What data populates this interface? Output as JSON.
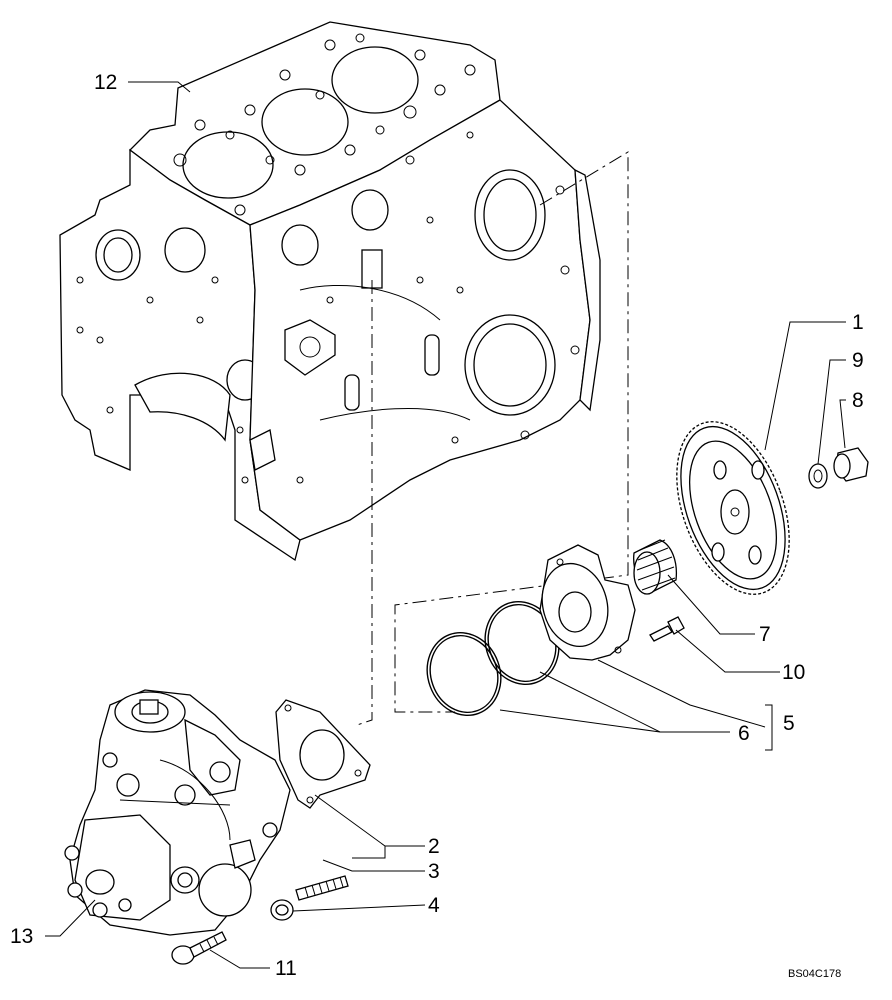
{
  "callouts": {
    "c1": "1",
    "c2": "2",
    "c3": "3",
    "c4": "4",
    "c5": "5",
    "c6": "6",
    "c7": "7",
    "c8": "8",
    "c9": "9",
    "c10": "10",
    "c11": "11",
    "c12": "12",
    "c13": "13"
  },
  "reference_code": "BS04C178"
}
